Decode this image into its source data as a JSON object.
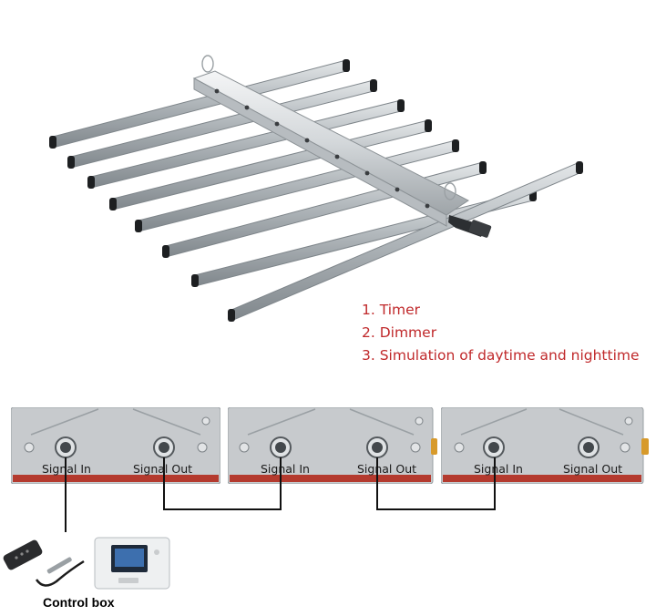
{
  "features": [
    "1. Timer",
    "2. Dimmer",
    "3. Simulation of daytime and nighttime"
  ],
  "driver_boxes": [
    {
      "signal_in": "Signal In",
      "signal_out": "Signal Out"
    },
    {
      "signal_in": "Signal In",
      "signal_out": "Signal Out"
    },
    {
      "signal_in": "Signal In",
      "signal_out": "Signal Out"
    }
  ],
  "control_box_label": "Control box",
  "colors": {
    "feature_text": "#c0292b",
    "bar": "#a8aeb2",
    "box": "#c7cacd"
  },
  "icons": [
    "led-grow-light-fixture",
    "driver-box",
    "signal-connector",
    "remote-control",
    "temperature-probe",
    "controller-unit"
  ]
}
